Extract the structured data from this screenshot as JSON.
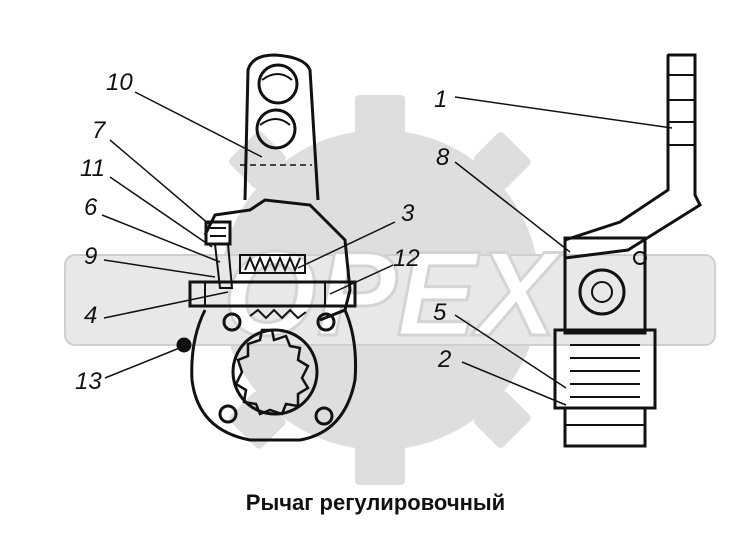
{
  "caption": "Рычаг регулировочный",
  "watermark_text": "OPEX",
  "callouts": [
    {
      "id": "c10",
      "text": "10"
    },
    {
      "id": "c7",
      "text": "7"
    },
    {
      "id": "c11",
      "text": "11"
    },
    {
      "id": "c6",
      "text": "6"
    },
    {
      "id": "c9",
      "text": "9"
    },
    {
      "id": "c4",
      "text": "4"
    },
    {
      "id": "c13",
      "text": "13"
    },
    {
      "id": "c3",
      "text": "3"
    },
    {
      "id": "c12",
      "text": "12"
    },
    {
      "id": "c1",
      "text": "1"
    },
    {
      "id": "c8",
      "text": "8"
    },
    {
      "id": "c5",
      "text": "5"
    },
    {
      "id": "c2",
      "text": "2"
    }
  ],
  "colors": {
    "ink": "#111111",
    "watermark": "#d9d9d9",
    "background": "#ffffff"
  }
}
